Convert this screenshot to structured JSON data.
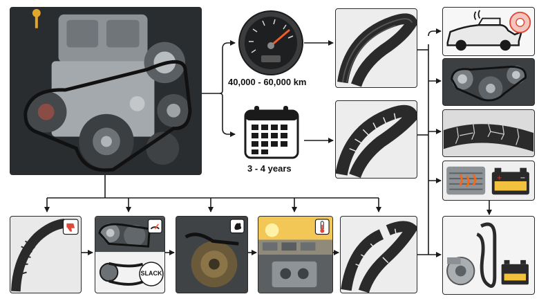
{
  "captions": {
    "mileage": "40,000 - 60,000 km",
    "age": "3 - 4 years"
  },
  "badges": {
    "slack": "SLACK"
  },
  "colors": {
    "stroke": "#1a1a1a",
    "thumbs_down": "#e0493a",
    "gauge_needle": "#f25b2a",
    "heat": "#f06a1e",
    "battery_plus": "#d63a2a",
    "sky": "#f4c04e"
  },
  "icons": {
    "engine": "engine-photo-icon",
    "speedometer": "speedometer-icon",
    "calendar": "calendar-icon",
    "belt": "serpentine-belt-icon",
    "cracked_belt": "cracked-belt-icon",
    "car": "car-hood-open-icon",
    "brake": "brake-disc-icon",
    "thumbs_down": "thumbs-down-icon",
    "gauge": "tension-gauge-icon",
    "oil": "oil-splash-icon",
    "thermometer": "thermometer-icon",
    "vent": "air-vent-icon",
    "battery": "battery-icon",
    "alternator": "alternator-icon"
  }
}
